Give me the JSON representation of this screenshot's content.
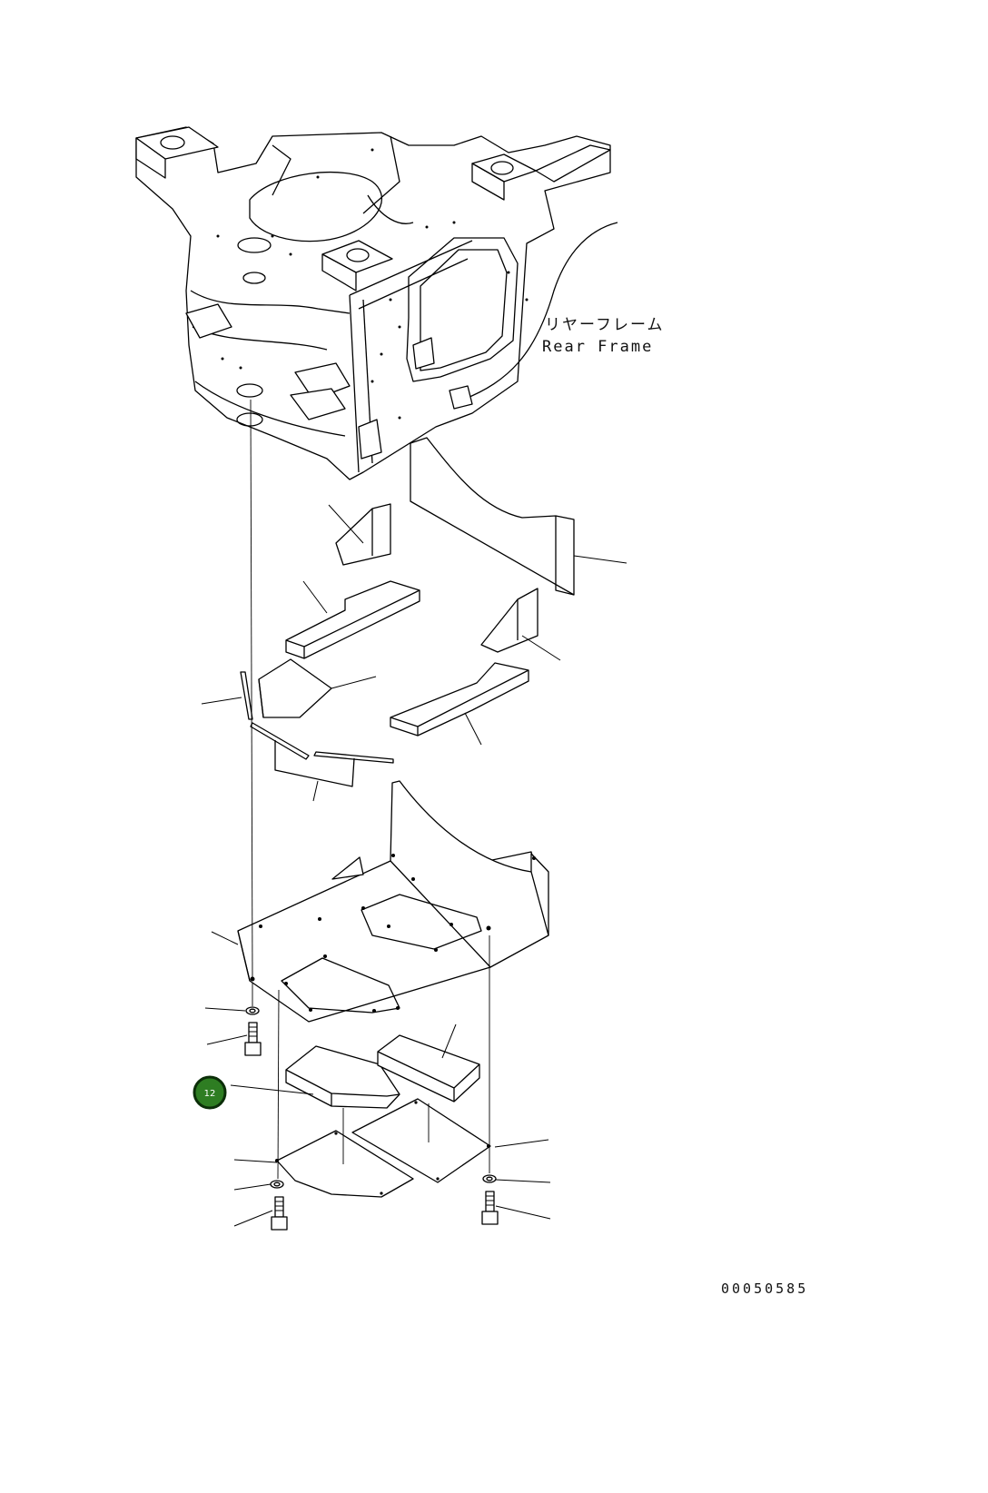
{
  "frame_label": {
    "japanese": "リヤーフレーム",
    "english": "Rear Frame"
  },
  "callout": {
    "number": "12",
    "color": "#2e7d22",
    "border": "#0b2e08"
  },
  "drawing_number": "00050585"
}
